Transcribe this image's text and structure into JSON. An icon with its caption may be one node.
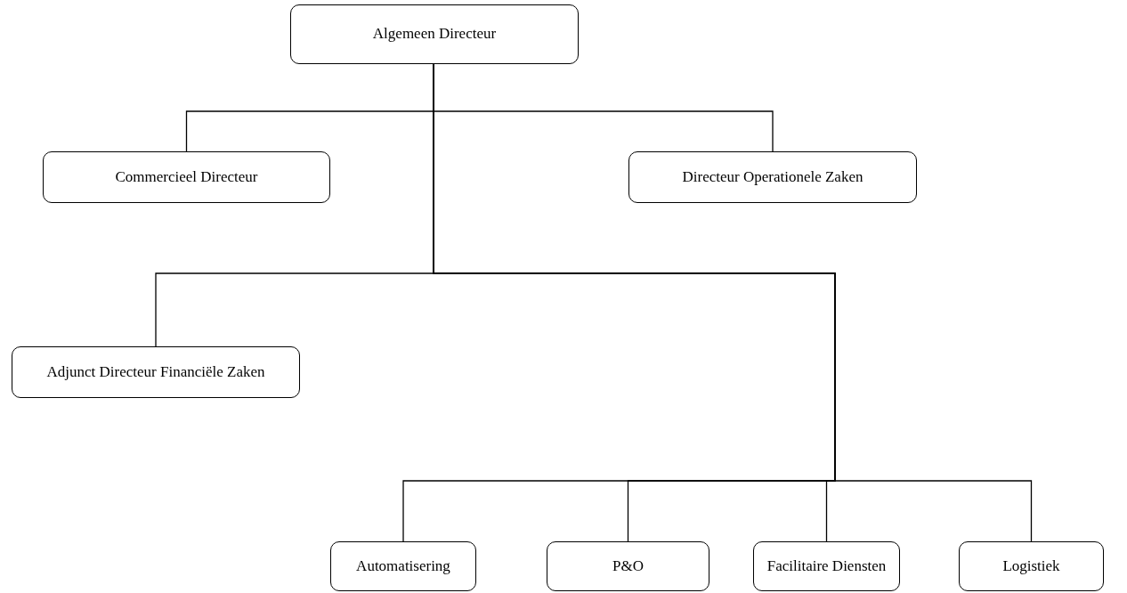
{
  "diagram": {
    "nodes": [
      {
        "text": [
          "Algemeen Directeur"
        ]
      },
      {
        "text": [
          "Commercieel Directeur"
        ]
      },
      {
        "text": [
          "Directeur Operationele Zaken"
        ]
      },
      {
        "text": [
          "Adjunct Directeur Financiële Zaken"
        ]
      },
      {
        "text": [
          "Automatisering"
        ]
      },
      {
        "text": [
          "P&O"
        ]
      },
      {
        "text": [
          "Facilitaire Diensten"
        ]
      },
      {
        "text": [
          "Logistiek"
        ]
      }
    ],
    "edges": [
      {
        "from": 0,
        "to": 1,
        "arrow": "none"
      },
      {
        "from": 0,
        "to": 2,
        "arrow": "none"
      },
      {
        "from": 0,
        "to": 3,
        "arrow": "none"
      },
      {
        "from": 0,
        "to": 4,
        "arrow": "none"
      },
      {
        "from": 0,
        "to": 5,
        "arrow": "none"
      },
      {
        "from": 0,
        "to": 6,
        "arrow": "none"
      },
      {
        "from": 0,
        "to": 7,
        "arrow": "none"
      }
    ]
  }
}
